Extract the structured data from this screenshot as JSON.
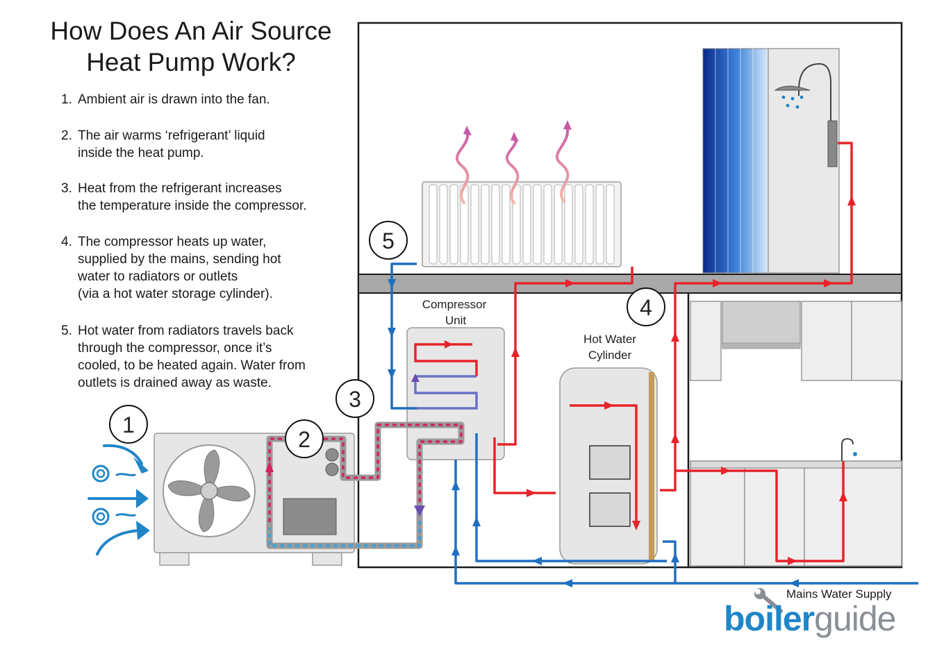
{
  "title": {
    "line1": "How Does An Air Source",
    "line2": "Heat Pump Work?"
  },
  "steps": [
    {
      "num": "1.",
      "lines": [
        "Ambient air is drawn into the fan."
      ]
    },
    {
      "num": "2.",
      "lines": [
        "The air warms ‘refrigerant’ liquid",
        "inside the heat pump."
      ]
    },
    {
      "num": "3.",
      "lines": [
        "Heat from the refrigerant increases",
        "the temperature inside the compressor."
      ]
    },
    {
      "num": "4.",
      "lines": [
        "The compressor heats up water,",
        "supplied by the mains, sending hot",
        "water to radiators or outlets",
        "(via a hot water storage cylinder)."
      ]
    },
    {
      "num": "5.",
      "lines": [
        "Hot water from radiators travels back",
        "through the compressor, once it’s",
        "cooled, to be heated again. Water from",
        "outlets is drained away as waste."
      ]
    }
  ],
  "markers": {
    "m1": "1",
    "m2": "2",
    "m3": "3",
    "m4": "4",
    "m5": "5"
  },
  "labels": {
    "compressor_line1": "Compressor",
    "compressor_line2": "Unit",
    "cylinder_line1": "Hot Water",
    "cylinder_line2": "Cylinder",
    "mains": "Mains Water Supply"
  },
  "logo": {
    "part1": "boiler",
    "part2": "guide"
  },
  "colors": {
    "hot": "#e8232a",
    "cold": "#1f6fbf",
    "refrigerant": "#d6245f",
    "wall": "#1a1a1a",
    "appliance": "#e6e6e6",
    "logo_blue": "#1f86c8",
    "logo_grey": "#8a8f96"
  },
  "icons": [
    "fan-icon",
    "air-swirl-icon",
    "radiator-icon",
    "shower-icon",
    "tap-icon",
    "cooker-hood-icon",
    "wrench-icon"
  ]
}
